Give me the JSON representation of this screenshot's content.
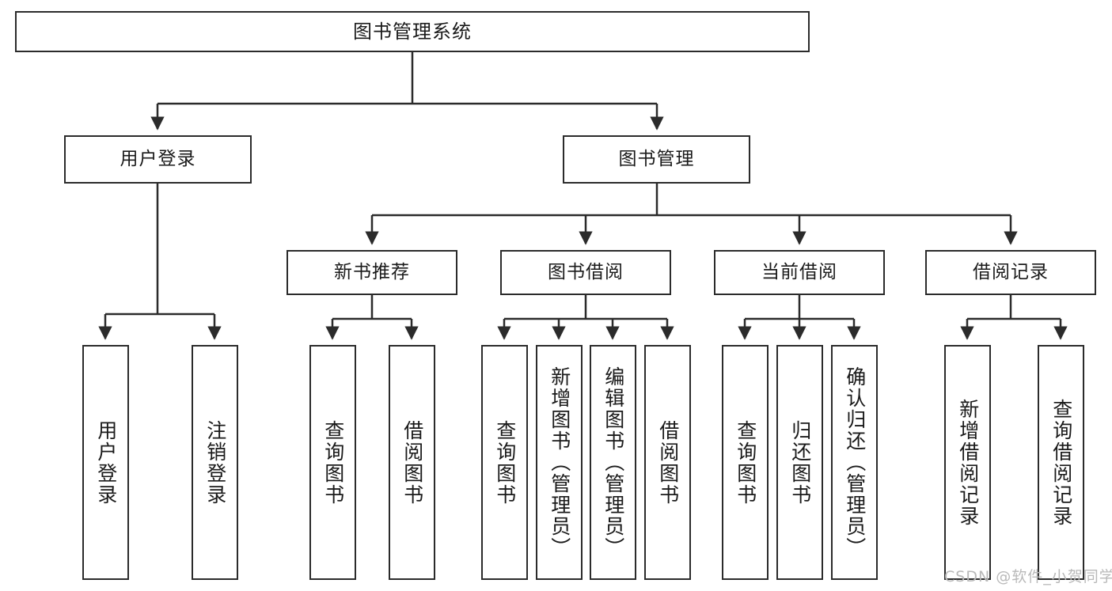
{
  "diagram": {
    "title": "图书管理系统",
    "type": "tree-hierarchy",
    "watermark": "CSDN @软件_小贺同学",
    "colors": {
      "border": "#2b2b2b",
      "background": "#ffffff",
      "text": "#1a1a1a",
      "watermark": "#b9b9b9"
    },
    "nodes": {
      "root": {
        "label": "图书管理系统"
      },
      "level2": [
        {
          "id": "user-login",
          "label": "用户登录"
        },
        {
          "id": "book-manage",
          "label": "图书管理"
        }
      ],
      "level3": [
        {
          "id": "new-book-recommend",
          "label": "新书推荐"
        },
        {
          "id": "book-borrow",
          "label": "图书借阅"
        },
        {
          "id": "current-borrow",
          "label": "当前借阅"
        },
        {
          "id": "borrow-record",
          "label": "借阅记录"
        }
      ],
      "leaves": {
        "user_login": [
          {
            "id": "leaf-user-login",
            "label": "用户登录"
          },
          {
            "id": "leaf-user-logout",
            "label": "注销登录"
          }
        ],
        "new_book_recommend": [
          {
            "id": "leaf-query-book-1",
            "label": "查询图书"
          },
          {
            "id": "leaf-borrow-book-1",
            "label": "借阅图书"
          }
        ],
        "book_borrow": [
          {
            "id": "leaf-query-book-2",
            "label": "查询图书"
          },
          {
            "id": "leaf-add-book-admin",
            "label": "新增图书（管理员）"
          },
          {
            "id": "leaf-edit-book-admin",
            "label": "编辑图书（管理员）"
          },
          {
            "id": "leaf-borrow-book-2",
            "label": "借阅图书"
          }
        ],
        "current_borrow": [
          {
            "id": "leaf-query-book-3",
            "label": "查询图书"
          },
          {
            "id": "leaf-return-book",
            "label": "归还图书"
          },
          {
            "id": "leaf-confirm-return-admin",
            "label": "确认归还（管理员）"
          }
        ],
        "borrow_record": [
          {
            "id": "leaf-add-borrow-record",
            "label": "新增借阅记录"
          },
          {
            "id": "leaf-query-borrow-record",
            "label": "查询借阅记录"
          }
        ]
      }
    }
  }
}
